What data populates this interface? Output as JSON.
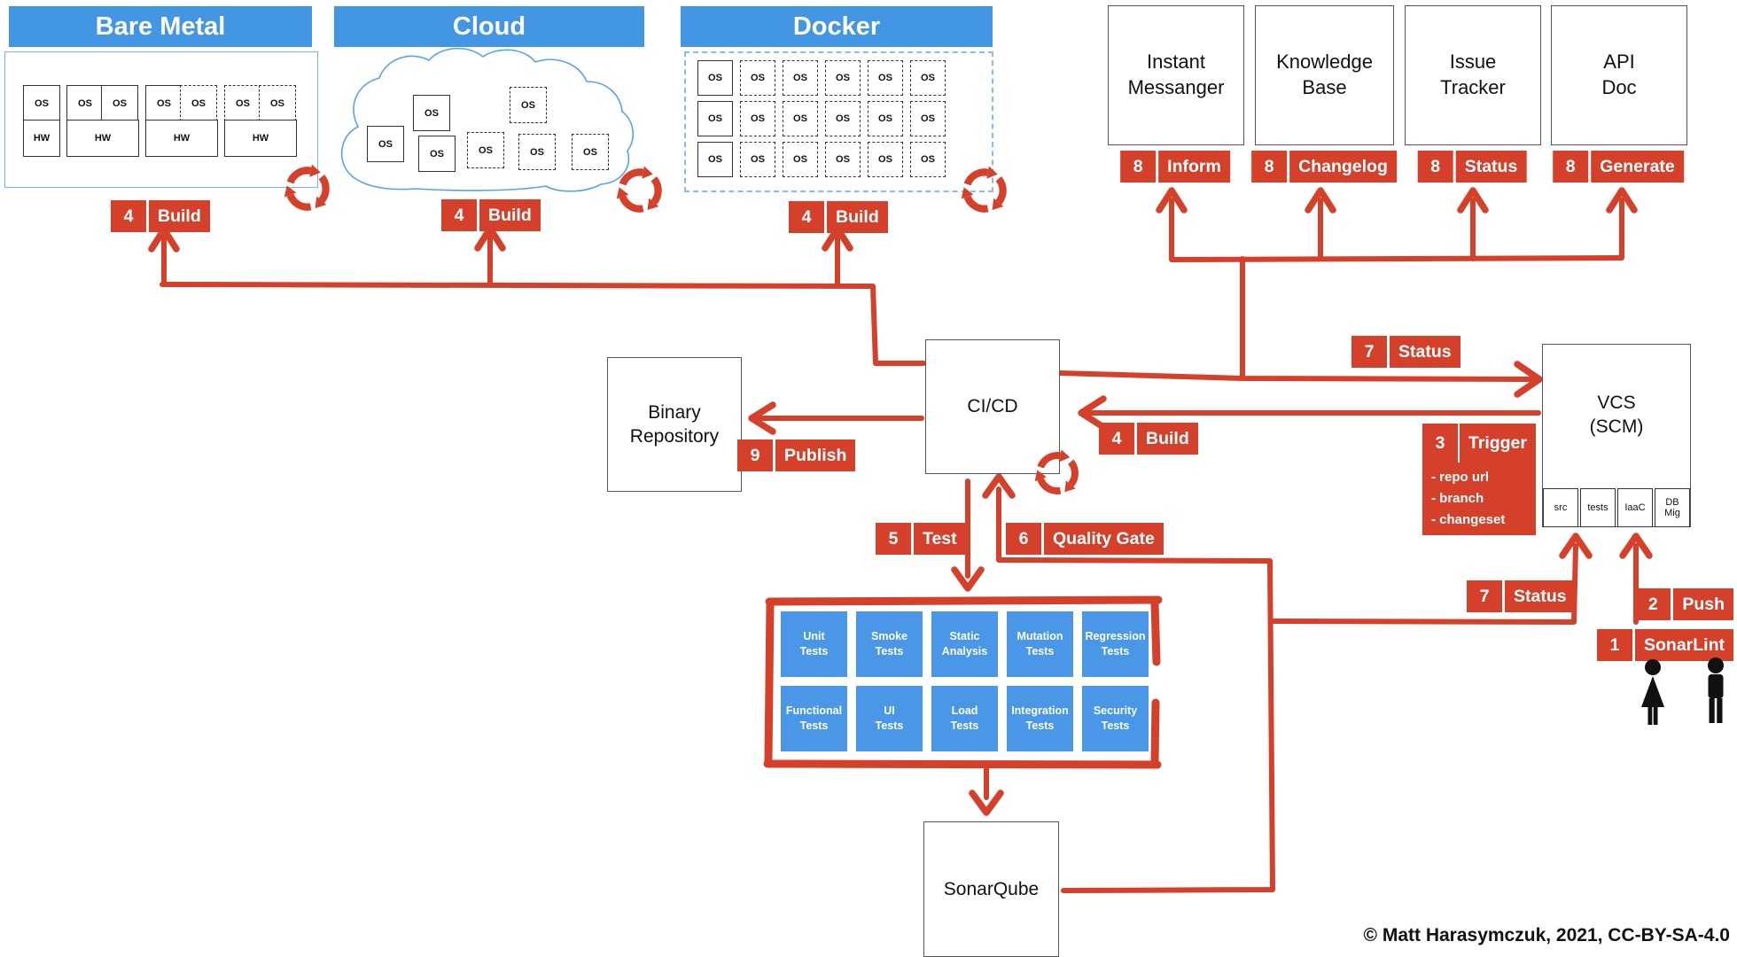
{
  "palette": {
    "header_blue": "#4296e3",
    "test_box_blue": "#4a97e8",
    "accent_red": "#d5402b",
    "infra_border_blue": "#77b5ec"
  },
  "infrastructure": {
    "bare_metal": {
      "title": "Bare Metal",
      "os_label": "OS",
      "hw_label": "HW"
    },
    "cloud": {
      "title": "Cloud",
      "os_label": "OS"
    },
    "docker": {
      "title": "Docker",
      "os_label": "OS"
    }
  },
  "tools": {
    "instant_messenger": {
      "label": "Instant\nMessanger",
      "step": "8",
      "action": "Inform"
    },
    "knowledge_base": {
      "label": "Knowledge\nBase",
      "step": "8",
      "action": "Changelog"
    },
    "issue_tracker": {
      "label": "Issue\nTracker",
      "step": "8",
      "action": "Status"
    },
    "api_doc": {
      "label": "API\nDoc",
      "step": "8",
      "action": "Generate"
    }
  },
  "nodes": {
    "binary_repository": {
      "label": "Binary\nRepository"
    },
    "cicd": {
      "label": "CI/CD"
    },
    "vcs": {
      "label": "VCS\n(SCM)",
      "compartments": [
        "src",
        "tests",
        "IaaC",
        "DB\nMig"
      ]
    },
    "sonarqube": {
      "label": "SonarQube"
    }
  },
  "steps": {
    "sonarlint": {
      "number": "1",
      "label": "SonarLint"
    },
    "push": {
      "number": "2",
      "label": "Push"
    },
    "trigger": {
      "number": "3",
      "label": "Trigger",
      "details": "- repo url\n- branch\n- changeset"
    },
    "build": {
      "number": "4",
      "label": "Build"
    },
    "test": {
      "number": "5",
      "label": "Test"
    },
    "quality_gate": {
      "number": "6",
      "label": "Quality Gate"
    },
    "status": {
      "number": "7",
      "label": "Status"
    },
    "publish": {
      "number": "9",
      "label": "Publish"
    }
  },
  "tests": {
    "items": [
      "Unit\nTests",
      "Smoke\nTests",
      "Static\nAnalysis",
      "Mutation\nTests",
      "Regression\nTests",
      "Functional\nTests",
      "UI\nTests",
      "Load\nTests",
      "Integration\nTests",
      "Security\nTests"
    ]
  },
  "footer": {
    "copyright": "© Matt Harasymczuk, 2021, CC-BY-SA-4.0"
  }
}
